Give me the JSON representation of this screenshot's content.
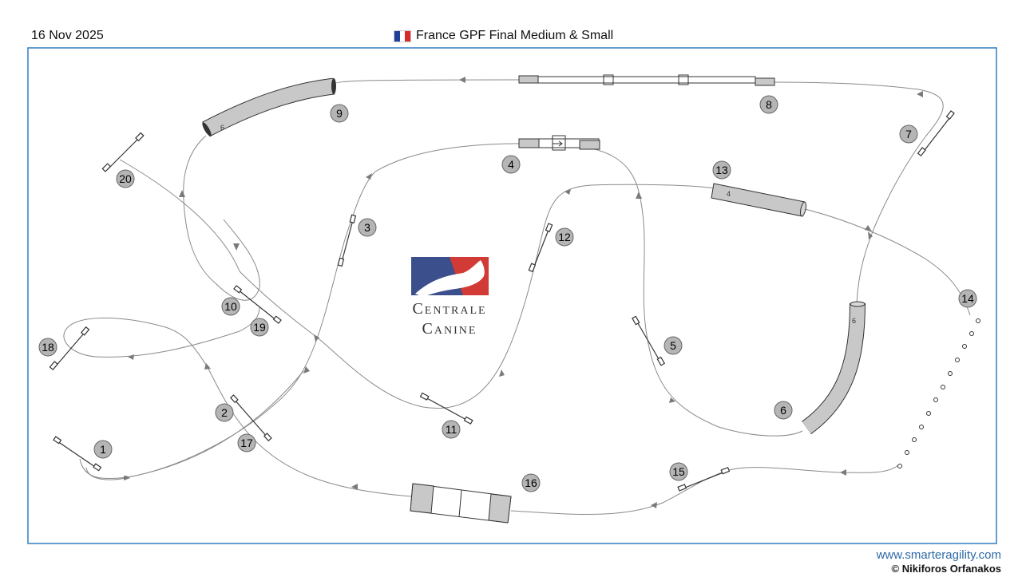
{
  "header": {
    "date": "16 Nov 2025",
    "title": "France GPF Final Medium & Small",
    "flag_colors": [
      "#1f3f99",
      "#ffffff",
      "#d72a2a"
    ]
  },
  "logo": {
    "line1": "Centrale",
    "line2": "Canine",
    "colors": {
      "blue": "#3b4f8c",
      "red": "#d23a36"
    }
  },
  "numbers": {
    "n1": "1",
    "n2": "2",
    "n3": "3",
    "n4": "4",
    "n5": "5",
    "n6": "6",
    "n7": "7",
    "n8": "8",
    "n9": "9",
    "n10": "10",
    "n11": "11",
    "n12": "12",
    "n13": "13",
    "n14": "14",
    "n15": "15",
    "n16": "16",
    "n17": "17",
    "n18": "18",
    "n19": "19",
    "n20": "20"
  },
  "tunnel_labels": {
    "t9": "6",
    "t13": "4",
    "t6": "6"
  },
  "footer": {
    "site": "www.smarteragility.com",
    "copyright": "© Nikiforos Orfanakos"
  },
  "colors": {
    "frame": "#2f7fc1",
    "path": "#888888",
    "tunnel": "#c8c8c8",
    "marker": "#b5b5b5"
  }
}
